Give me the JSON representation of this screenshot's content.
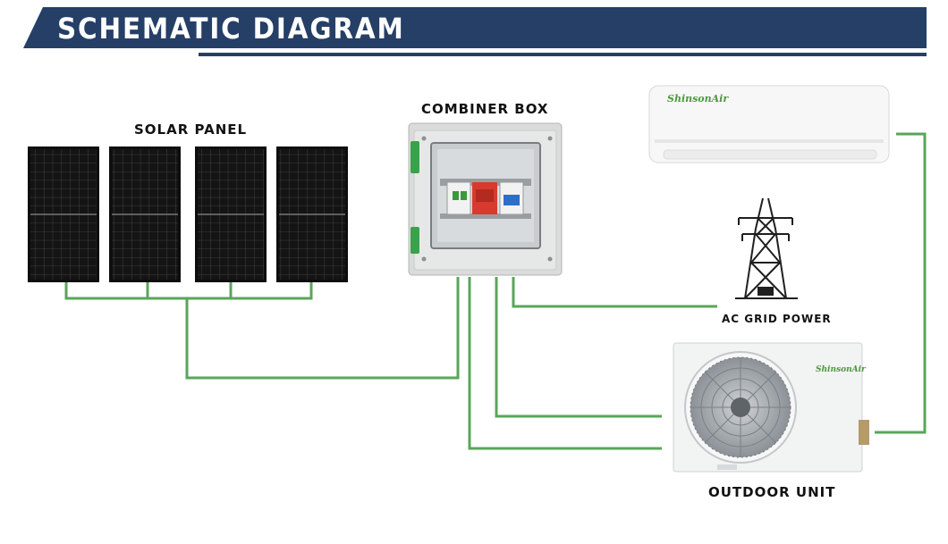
{
  "header": {
    "title": "SCHEMATIC DIAGRAM"
  },
  "labels": {
    "solar_panel": "SOLAR PANEL",
    "combiner_box": "COMBINER BOX",
    "ac_grid_power": "AC GRID POWER",
    "outdoor_unit": "OUTDOOR UNIT"
  },
  "brand": {
    "indoor": "ShinsonAir",
    "outdoor": "ShinsonAir"
  },
  "colors": {
    "banner": "#253f66",
    "wire": "#5aa55a",
    "panel_cell": "#141414",
    "panel_grid": "#4a4a4a",
    "combiner_body": "#d9dcdb",
    "breaker_red": "#d83a2e",
    "breaker_blue": "#2a6fc9",
    "brand_green": "#4a9a3a"
  },
  "icons": {
    "solar_panels": "solar-panel-icon",
    "combiner": "combiner-box-icon",
    "indoor_unit": "air-conditioner-indoor-icon",
    "tower": "transmission-tower-icon",
    "outdoor_unit": "air-conditioner-outdoor-icon"
  }
}
